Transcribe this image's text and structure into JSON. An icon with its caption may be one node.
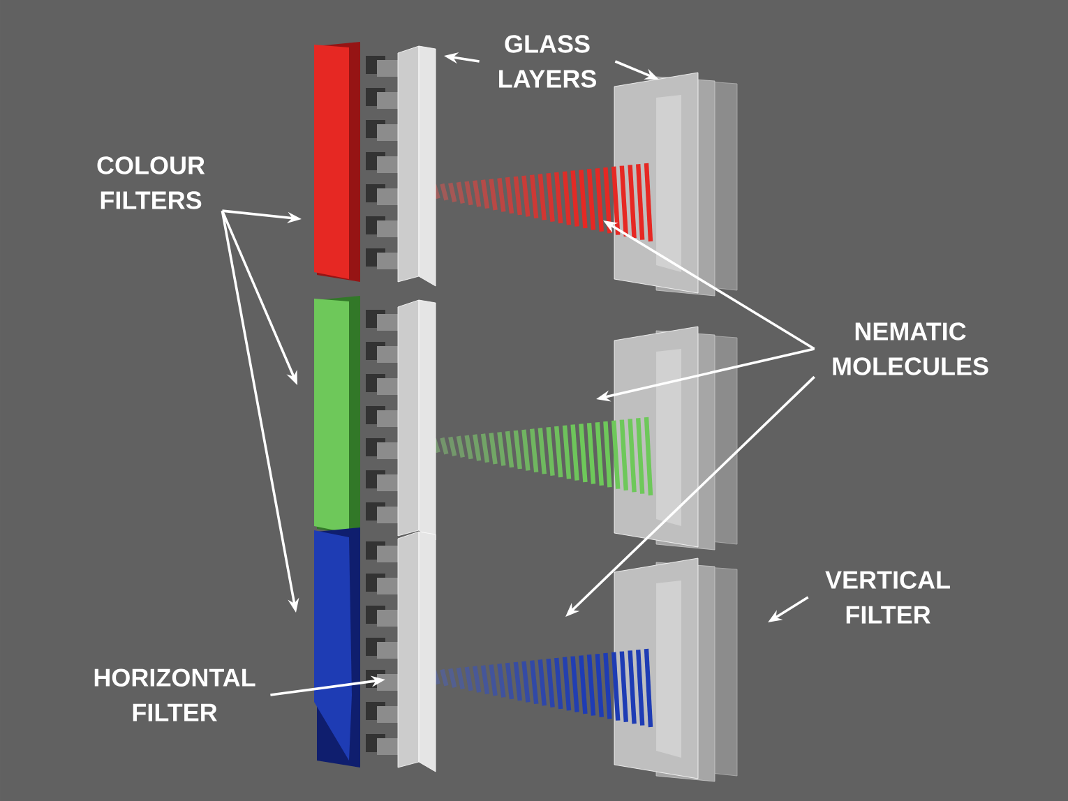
{
  "diagram": {
    "nodes": [
      {
        "text": [
          "COLOUR FILTERS"
        ]
      },
      {
        "text": [
          "GLASS LAYERS"
        ]
      },
      {
        "text": [
          "NEMATIC MOLECULES"
        ]
      },
      {
        "text": [
          "VERTICAL FILTER"
        ]
      },
      {
        "text": [
          "HORIZONTAL FILTER"
        ]
      }
    ],
    "edges": [
      {
        "from": 0,
        "to": null,
        "arrow": "to"
      },
      {
        "from": 0,
        "to": null,
        "arrow": "to"
      },
      {
        "from": 0,
        "to": null,
        "arrow": "to"
      },
      {
        "from": 1,
        "to": null,
        "arrow": "to"
      },
      {
        "from": 1,
        "to": null,
        "arrow": "to"
      },
      {
        "from": 2,
        "to": null,
        "arrow": "to"
      },
      {
        "from": 2,
        "to": null,
        "arrow": "to"
      },
      {
        "from": 2,
        "to": null,
        "arrow": "to"
      },
      {
        "from": 3,
        "to": null,
        "arrow": "to"
      },
      {
        "from": 4,
        "to": null,
        "arrow": "to"
      }
    ]
  }
}
